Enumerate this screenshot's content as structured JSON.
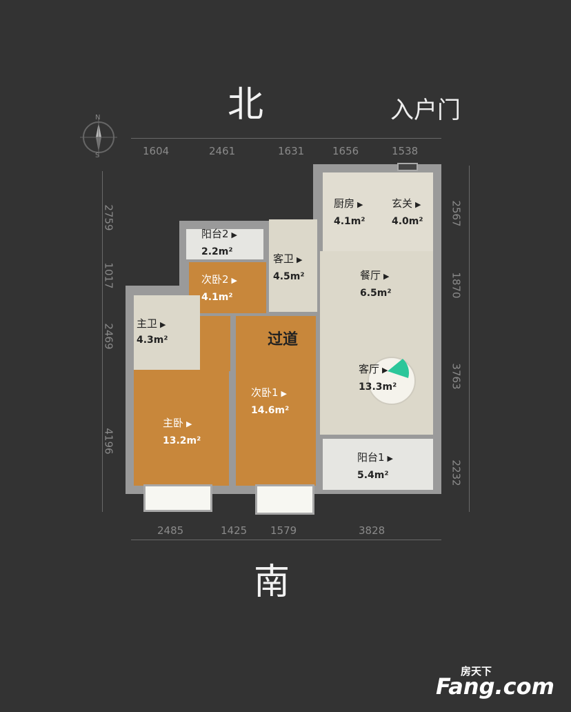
{
  "orientation": {
    "north": "北",
    "south": "南"
  },
  "entrance_label": "入户门",
  "compass": {
    "north_letter": "N",
    "south_letter": "S"
  },
  "dimensions": {
    "top": [
      "1604",
      "2461",
      "1631",
      "1656",
      "1538"
    ],
    "bottom": [
      "2485",
      "1425",
      "1579",
      "3828"
    ],
    "left": [
      "2759",
      "1017",
      "2469",
      "4196"
    ],
    "right": [
      "2567",
      "1870",
      "3763",
      "2232"
    ]
  },
  "rooms": [
    {
      "id": "kitchen",
      "name": "厨房",
      "area": "4.1m²"
    },
    {
      "id": "foyer",
      "name": "玄关",
      "area": "4.0m²"
    },
    {
      "id": "balcony2",
      "name": "阳台2",
      "area": "2.2m²"
    },
    {
      "id": "guest-bath",
      "name": "客卫",
      "area": "4.5m²"
    },
    {
      "id": "bedroom2",
      "name": "次卧2",
      "area": "4.1m²"
    },
    {
      "id": "dining",
      "name": "餐厅",
      "area": "6.5m²"
    },
    {
      "id": "master-bath",
      "name": "主卫",
      "area": "4.3m²"
    },
    {
      "id": "corridor",
      "name": "过道",
      "area": ""
    },
    {
      "id": "living",
      "name": "客厅",
      "area": "13.3m²"
    },
    {
      "id": "bedroom1",
      "name": "次卧1",
      "area": "14.6m²"
    },
    {
      "id": "master-bedroom",
      "name": "主卧",
      "area": "13.2m²"
    },
    {
      "id": "balcony1",
      "name": "阳台1",
      "area": "5.4m²"
    }
  ],
  "colors": {
    "background": "#333333",
    "wood_floor": "#c8873b",
    "tile_floor": "#dcd8ca",
    "balcony": "#e6e6e2",
    "viewpoint": "#2bc69a"
  },
  "logo": {
    "top": "房天下",
    "main": "Fang.com"
  }
}
